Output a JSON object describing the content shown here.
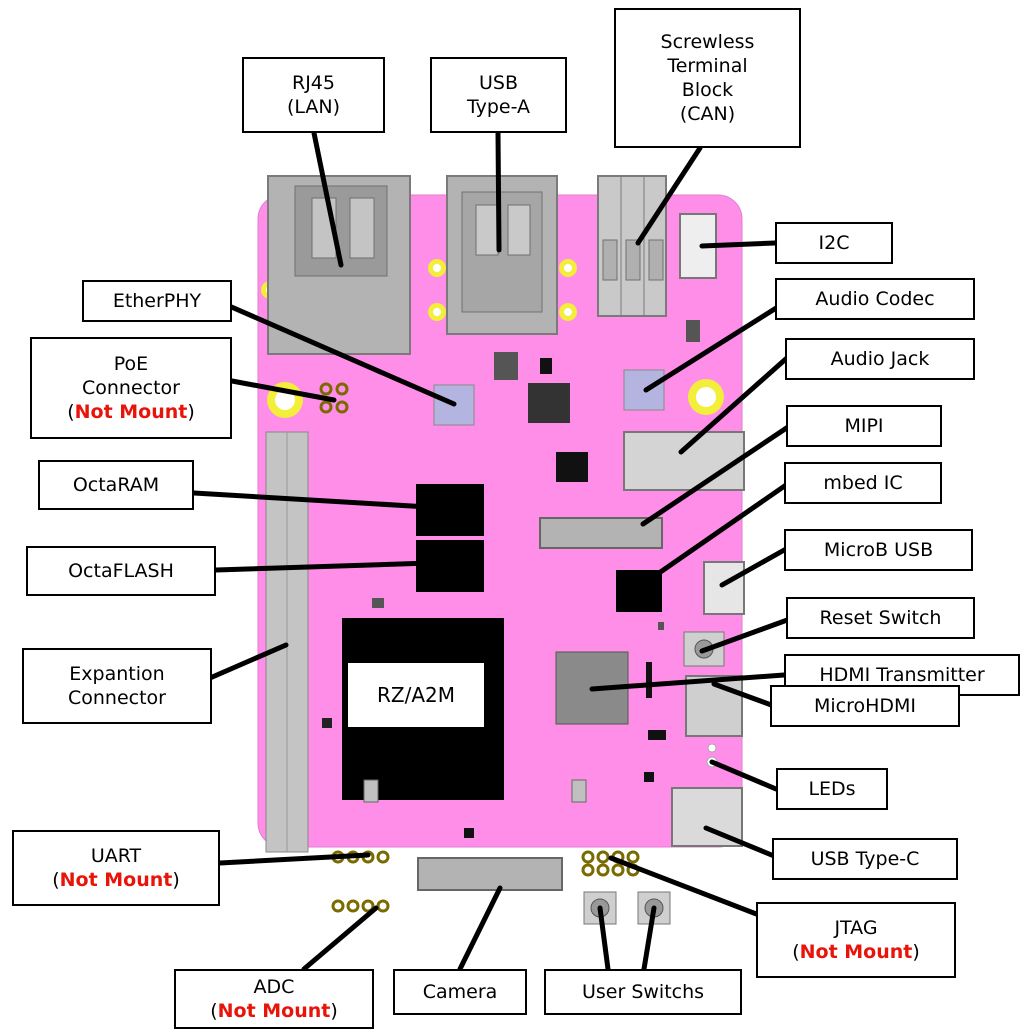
{
  "labels": {
    "rj45": [
      "RJ45",
      "(LAN)"
    ],
    "usb_a": [
      "USB",
      "Type-A"
    ],
    "terminal": [
      "Screwless",
      "Terminal",
      "Block",
      "(CAN)"
    ],
    "i2c": [
      "I2C"
    ],
    "audio_codec": [
      "Audio Codec"
    ],
    "audio_jack": [
      "Audio Jack"
    ],
    "mipi": [
      "MIPI"
    ],
    "mbed": [
      "mbed IC"
    ],
    "microb": [
      "MicroB USB"
    ],
    "reset": [
      "Reset Switch"
    ],
    "hdmi_tx": [
      "HDMI Transmitter"
    ],
    "microhdmi": [
      "MicroHDMI"
    ],
    "leds": [
      "LEDs"
    ],
    "usbc": [
      "USB Type-C"
    ],
    "etherphy": [
      "EtherPHY"
    ],
    "poe": [
      "PoE",
      "Connector"
    ],
    "octaram": [
      "OctaRAM"
    ],
    "octaflash": [
      "OctaFLASH"
    ],
    "expansion": [
      "Expantion",
      "Connector"
    ],
    "uart": [
      "UART"
    ],
    "adc": [
      "ADC"
    ],
    "camera": [
      "Camera"
    ],
    "user_sw": [
      "User Switchs"
    ],
    "jtag": [
      "JTAG"
    ]
  },
  "not_mount": {
    "prefix": "(",
    "text": "Not Mount",
    "suffix": ")"
  },
  "chip_label": "RZ/A2M",
  "colors": {
    "board": "#ff8ee8",
    "accent": "#e8140a",
    "pad": "#f2ee3a"
  }
}
